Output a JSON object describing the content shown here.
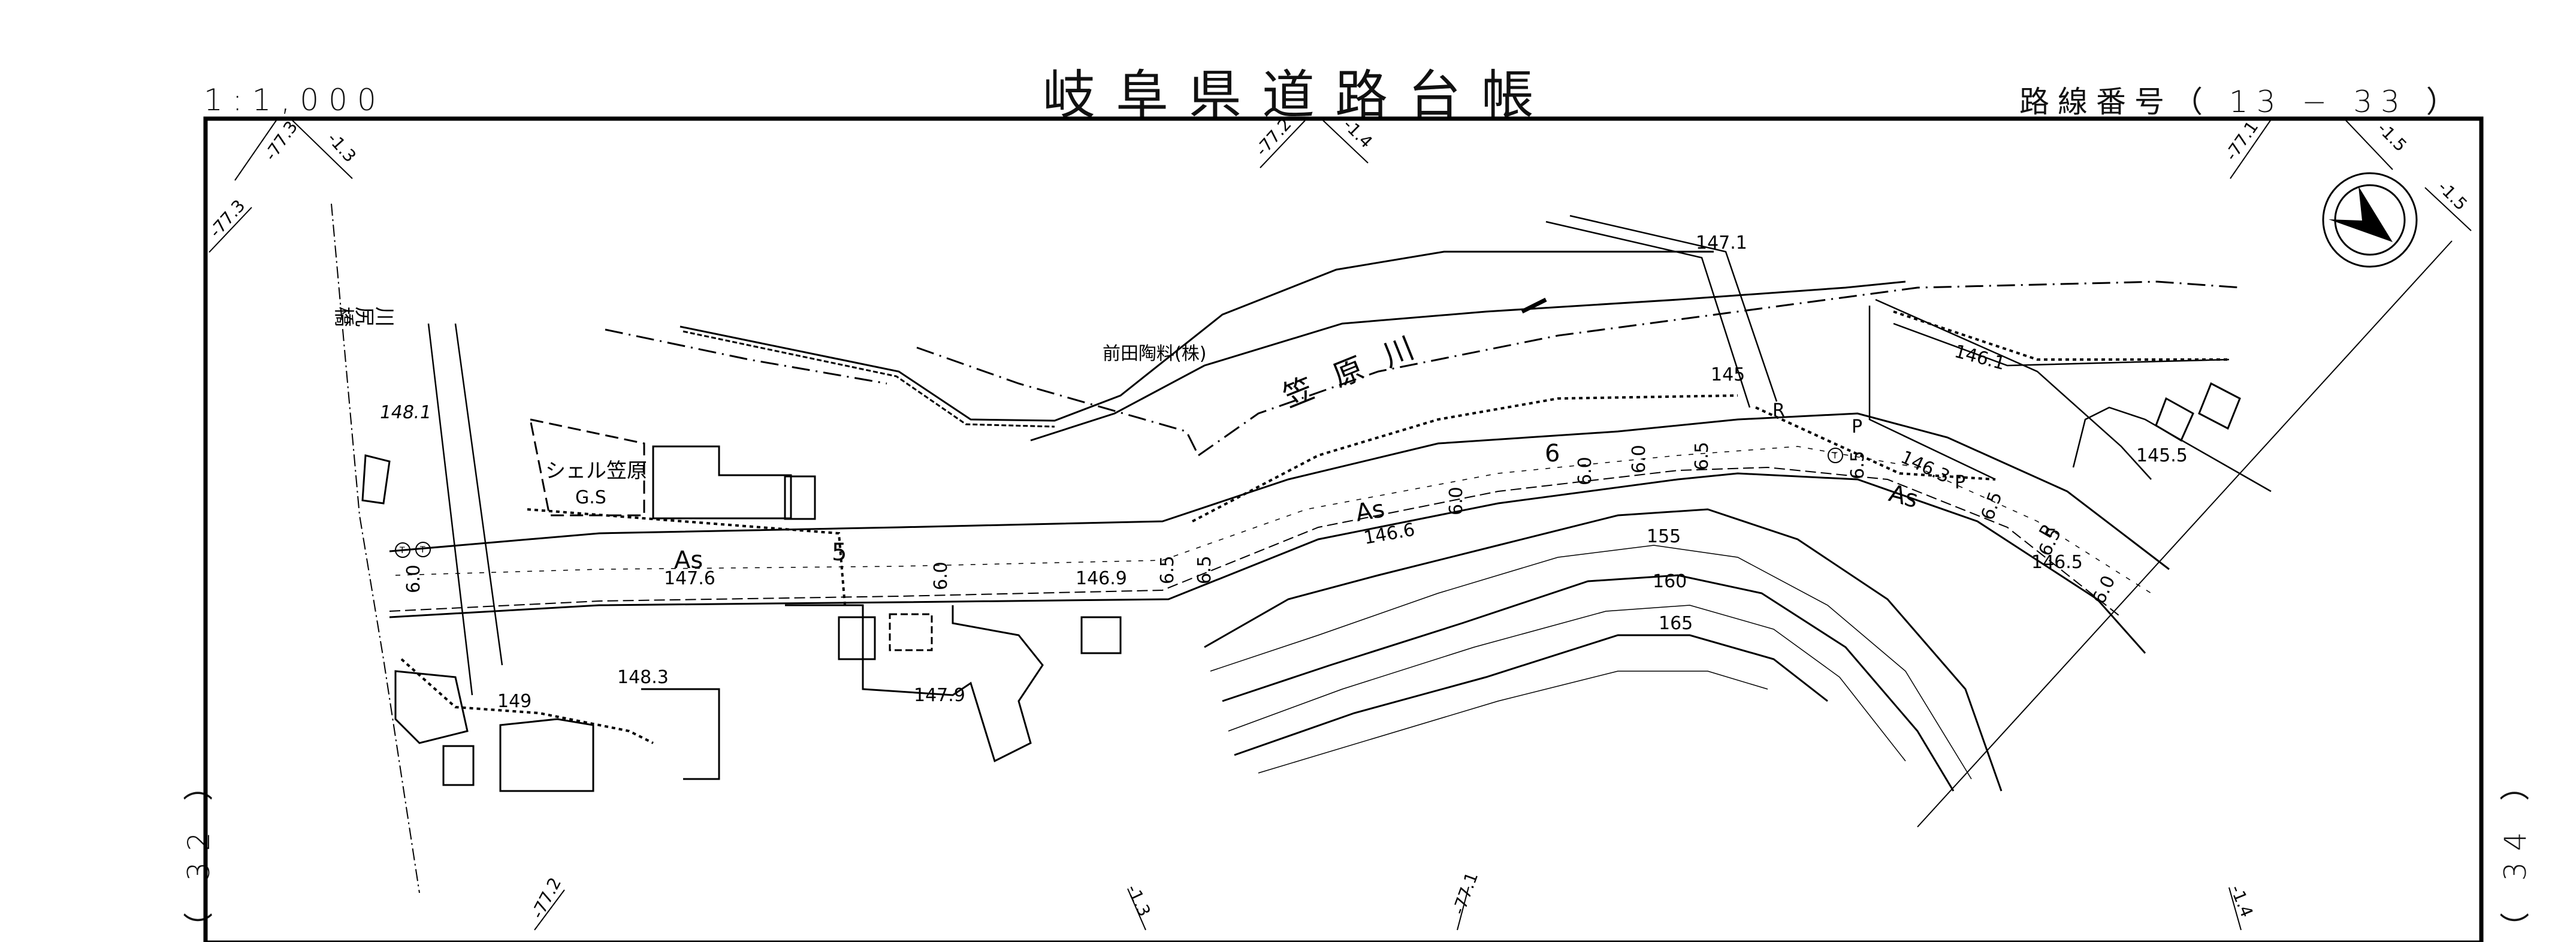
{
  "header": {
    "scale": "1:1,000",
    "title": "岐阜県道路台帳",
    "route_number_label": "路線番号（ 13 − 33 ）"
  },
  "adjacent_sheets": {
    "left": "（ 32 ）",
    "right": "（ 34 ）"
  },
  "grid_labels": {
    "top_left_a": "-77.3",
    "top_left_b": "-1.3",
    "left_edge": "-77.3",
    "top_mid_a": "-77.2",
    "top_mid_b": "-1.4",
    "top_right_a": "-77.1",
    "top_right_b": "-1.5",
    "right_edge": "-1.5",
    "bottom_a": "-77.2",
    "bottom_b": "-1.3",
    "bottom_c": "-77.1",
    "bottom_d": "-1.4"
  },
  "place_names": {
    "bridge": "川尻橋",
    "gas_station_name": "シェル笠原",
    "gas_station_type": "G.S",
    "company": "前田陶料(株)",
    "river": "笠原川"
  },
  "pavement_labels": [
    "As",
    "As",
    "As"
  ],
  "elevations": {
    "e1": "148.1",
    "e2": "147.6",
    "e3": "146.9",
    "e4": "148.3",
    "e5": "149",
    "e6": "147.9",
    "e7": "146.6",
    "e8": "147.1",
    "e9": "145",
    "e10": "146.1",
    "e11": "146.3",
    "e12": "145.5",
    "e13": "146.5"
  },
  "contours": {
    "c155": "155",
    "c160": "160",
    "c165": "165"
  },
  "road_widths": {
    "w1": "6.0",
    "w2": "5",
    "w3": "6.0",
    "w4": "6.5",
    "w5": "6.5",
    "w6": "6.0",
    "w7": "6",
    "w8": "6.0",
    "w9": "6.0",
    "w10": "6.5",
    "w11": "6.5",
    "w12": "6.5",
    "w13": "6.5",
    "w14": "6.0"
  },
  "symbols": {
    "retaining": "R",
    "pole_p": "P",
    "telephone": "T"
  },
  "north_arrow": "north-arrow-icon"
}
